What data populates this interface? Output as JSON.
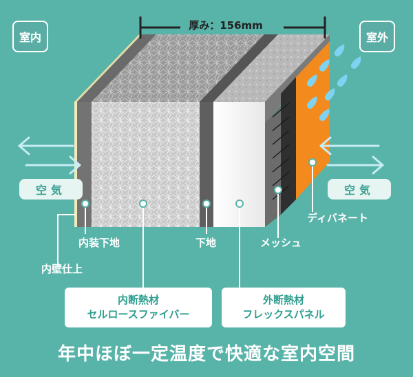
{
  "thickness_label": "厚み：156mm",
  "indoor_label": "室内",
  "outdoor_label": "室外",
  "air_left": "空気",
  "air_right": "空気",
  "layers": {
    "interior_wall_finish": "内壁仕上",
    "interior_base": "内装下地",
    "inner_insulation_line1": "内断熱材",
    "inner_insulation_line2": "セルロースファイバー",
    "base": "下地",
    "outer_insulation_line1": "外断熱材",
    "outer_insulation_line2": "フレックスパネル",
    "mesh": "メッシュ",
    "finish": "ディバネート"
  },
  "headline": "年中ほぼ一定温度で快適な室内空間",
  "colors": {
    "background": "#58b3a9",
    "finish_orange": "#f28a1e",
    "water_blue": "#7fd3f2",
    "label_green": "#2f9e8f"
  }
}
